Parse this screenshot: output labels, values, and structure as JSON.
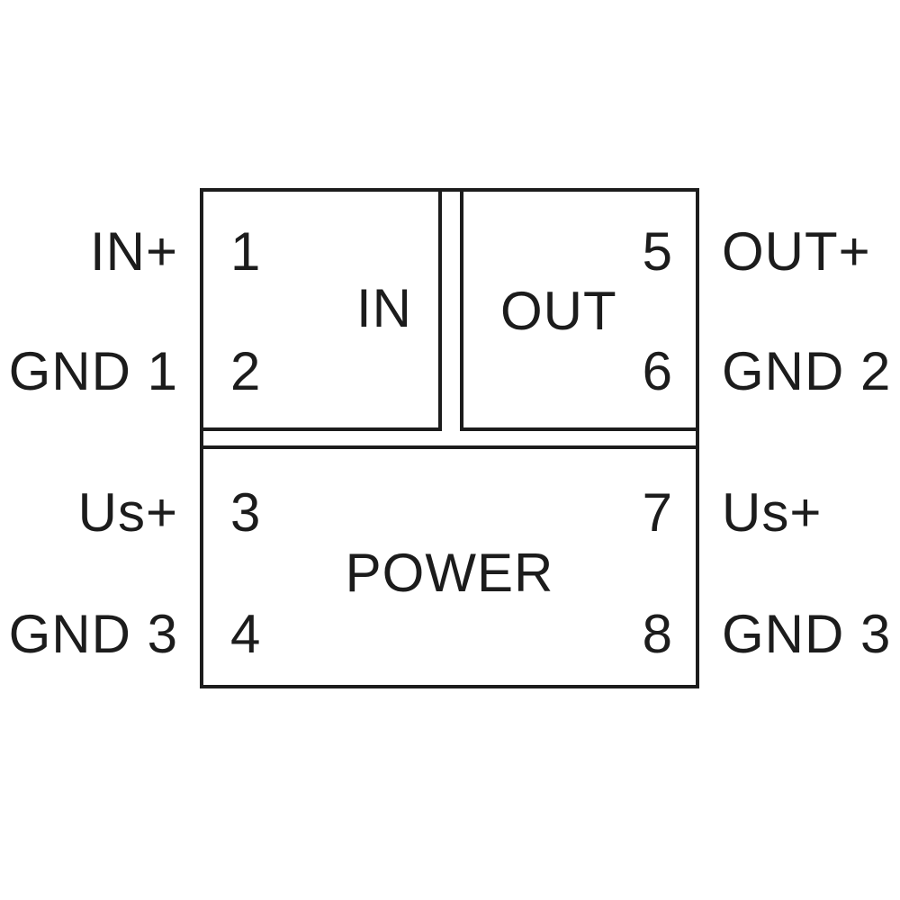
{
  "diagram": {
    "type": "terminal-connection-diagram",
    "colors": {
      "line": "#1c1c1c",
      "text": "#1c1c1c",
      "background": "#ffffff"
    },
    "blocks": [
      {
        "id": "in",
        "label": "IN"
      },
      {
        "id": "out",
        "label": "OUT"
      },
      {
        "id": "power",
        "label": "POWER"
      }
    ],
    "pins": [
      {
        "number": "1",
        "external_label": "IN+",
        "side": "left",
        "block": "in"
      },
      {
        "number": "2",
        "external_label": "GND 1",
        "side": "left",
        "block": "in"
      },
      {
        "number": "3",
        "external_label": "Us+",
        "side": "left",
        "block": "power"
      },
      {
        "number": "4",
        "external_label": "GND 3",
        "side": "left",
        "block": "power"
      },
      {
        "number": "5",
        "external_label": "OUT+",
        "side": "right",
        "block": "out"
      },
      {
        "number": "6",
        "external_label": "GND 2",
        "side": "right",
        "block": "out"
      },
      {
        "number": "7",
        "external_label": "Us+",
        "side": "right",
        "block": "power"
      },
      {
        "number": "8",
        "external_label": "GND 3",
        "side": "right",
        "block": "power"
      }
    ]
  }
}
